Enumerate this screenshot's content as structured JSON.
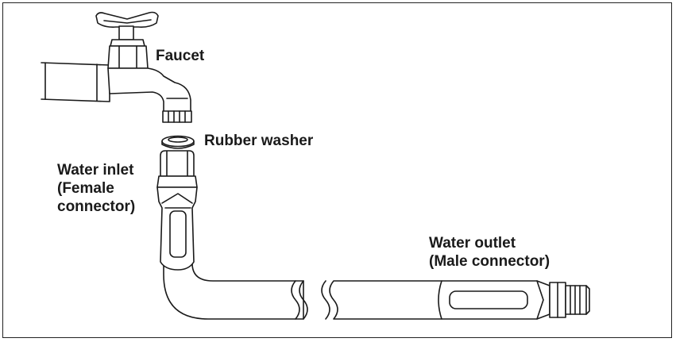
{
  "labels": {
    "faucet": "Faucet",
    "rubber_washer": "Rubber washer",
    "water_inlet": [
      "Water inlet",
      "(Female",
      "connector)"
    ],
    "water_outlet": [
      "Water outlet",
      "(Male connector)"
    ]
  },
  "colors": {
    "line": "#1a1a1a",
    "fill": "#ffffff"
  },
  "icons": [
    "faucet-icon",
    "rubber-washer-icon",
    "hose-icon",
    "female-connector-icon",
    "male-connector-icon"
  ]
}
